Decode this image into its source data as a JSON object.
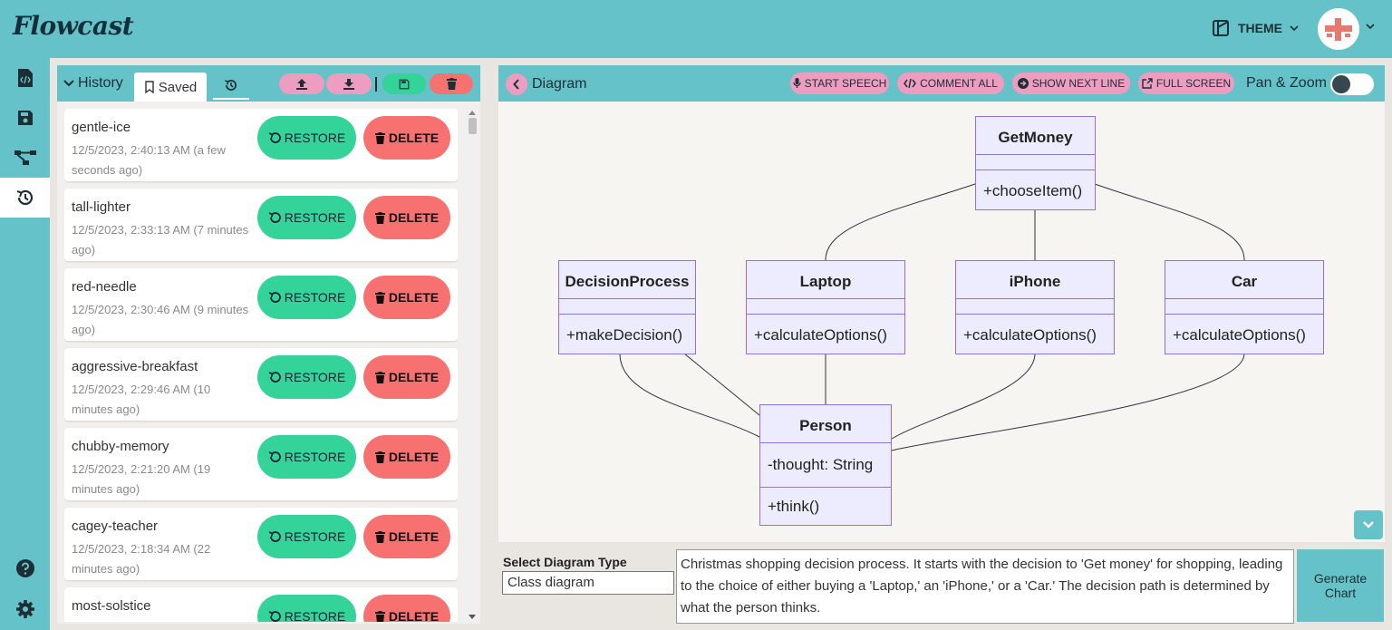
{
  "app": {
    "title": "Flowcast"
  },
  "header": {
    "theme_label": "THEME",
    "theme_icon": "theme-icon",
    "avatar_icon": "avatar-icon"
  },
  "rail": {
    "items": [
      {
        "icon": "code-file-icon",
        "active": false
      },
      {
        "icon": "save-icon",
        "active": false
      },
      {
        "icon": "flowchart-icon",
        "active": false
      },
      {
        "icon": "history-icon",
        "active": true
      }
    ],
    "bottom": [
      {
        "icon": "help-icon"
      },
      {
        "icon": "settings-icon"
      }
    ]
  },
  "history": {
    "title": "History",
    "tab_saved": "Saved",
    "restore_label": "RESTORE",
    "delete_label": "DELETE",
    "items": [
      {
        "name": "gentle-ice",
        "time": "12/5/2023, 2:40:13 AM (a few seconds ago)"
      },
      {
        "name": "tall-lighter",
        "time": "12/5/2023, 2:33:13 AM (7 minutes ago)"
      },
      {
        "name": "red-needle",
        "time": "12/5/2023, 2:30:46 AM (9 minutes ago)"
      },
      {
        "name": "aggressive-breakfast",
        "time": "12/5/2023, 2:29:46 AM (10 minutes ago)"
      },
      {
        "name": "chubby-memory",
        "time": "12/5/2023, 2:21:20 AM (19 minutes ago)"
      },
      {
        "name": "cagey-teacher",
        "time": "12/5/2023, 2:18:34 AM (22 minutes ago)"
      },
      {
        "name": "most-solstice",
        "time": ""
      }
    ]
  },
  "diagram": {
    "title": "Diagram",
    "buttons": {
      "start_speech": "START SPEECH",
      "comment_all": "COMMENT ALL",
      "show_next_line": "SHOW NEXT LINE",
      "full_screen": "FULL SCREEN"
    },
    "pan_zoom_label": "Pan & Zoom",
    "pan_zoom_on": false,
    "classes": {
      "getmoney": {
        "name": "GetMoney",
        "attrs": [],
        "methods": [
          "+chooseItem()"
        ]
      },
      "decisionprocess": {
        "name": "DecisionProcess",
        "attrs": [],
        "methods": [
          "+makeDecision()"
        ]
      },
      "laptop": {
        "name": "Laptop",
        "attrs": [],
        "methods": [
          "+calculateOptions()"
        ]
      },
      "iphone": {
        "name": "iPhone",
        "attrs": [],
        "methods": [
          "+calculateOptions()"
        ]
      },
      "car": {
        "name": "Car",
        "attrs": [],
        "methods": [
          "+calculateOptions()"
        ]
      },
      "person": {
        "name": "Person",
        "attrs": [
          "-thought: String"
        ],
        "methods": [
          "+think()"
        ]
      }
    },
    "relations": [
      [
        "GetMoney",
        "Laptop"
      ],
      [
        "GetMoney",
        "iPhone"
      ],
      [
        "GetMoney",
        "Car"
      ],
      [
        "DecisionProcess",
        "Person"
      ],
      [
        "Laptop",
        "Person"
      ],
      [
        "iPhone",
        "Person"
      ],
      [
        "Car",
        "Person"
      ]
    ]
  },
  "bottom": {
    "select_label": "Select Diagram Type",
    "selected_type": "Class diagram",
    "description": "Christmas shopping decision process. It starts with the decision to 'Get money' for shopping, leading to the choice of either buying a 'Laptop,' an 'iPhone,' or a 'Car.' The decision path is determined by what the person thinks.",
    "generate_label": "Generate Chart"
  },
  "colors": {
    "teal": "#65c2c8",
    "pink": "#ec9dc0",
    "green": "#34d399",
    "red": "#f87171",
    "uml_fill": "#ececfe",
    "uml_border": "#9370db"
  }
}
